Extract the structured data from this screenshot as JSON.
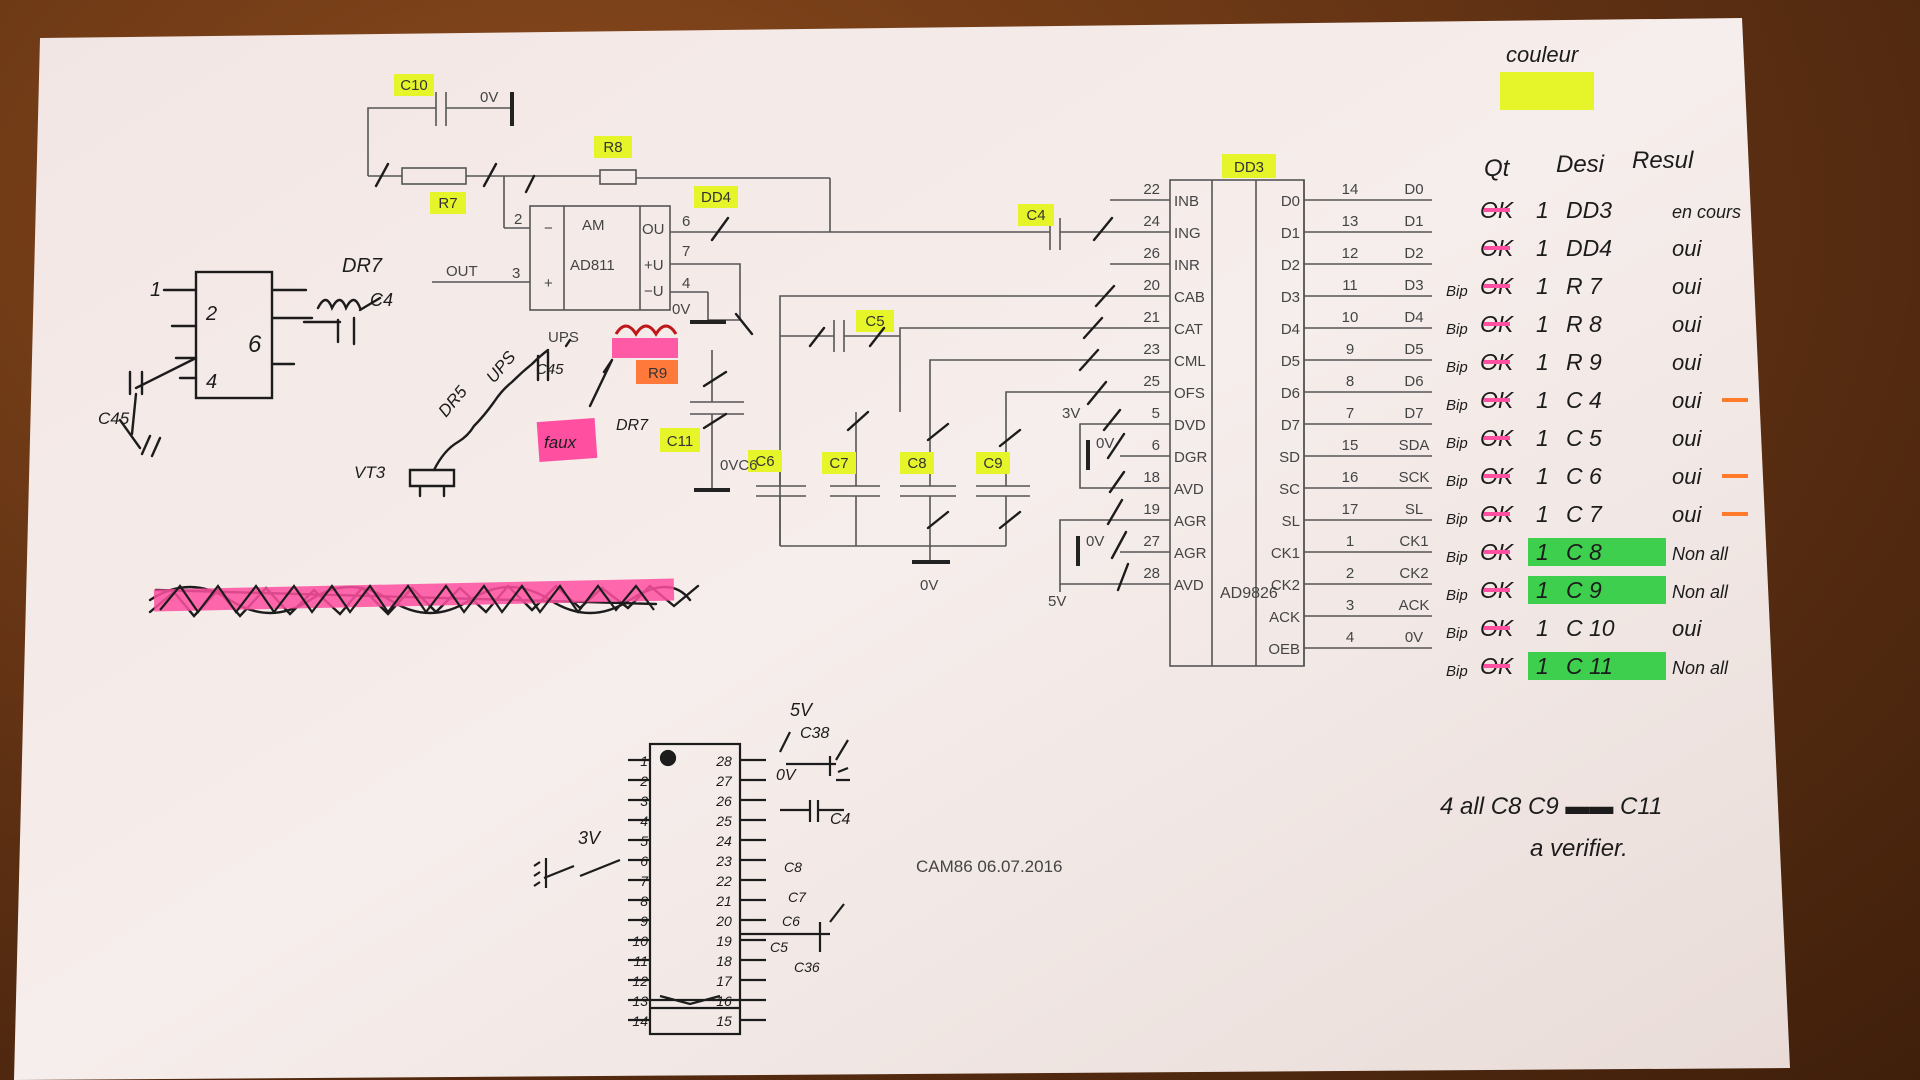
{
  "schematic": {
    "footer": "CAM86  06.07.2016",
    "opamp": {
      "part": "AD811",
      "am": "AM",
      "out": "OUT",
      "out_short": "OU",
      "minus": "−",
      "plus": "+",
      "plus_u": "+U",
      "minus_u": "−U",
      "pin2": "2",
      "pin3": "3",
      "pin4": "4",
      "pin6": "6",
      "pin7": "7"
    },
    "chip": {
      "part": "AD9826",
      "left_pins": [
        {
          "num": "22",
          "name": "INB"
        },
        {
          "num": "24",
          "name": "ING"
        },
        {
          "num": "26",
          "name": "INR"
        },
        {
          "num": "20",
          "name": "CAB"
        },
        {
          "num": "21",
          "name": "CAT"
        },
        {
          "num": "23",
          "name": "CML"
        },
        {
          "num": "25",
          "name": "OFS"
        },
        {
          "num": "5",
          "name": "DVD"
        },
        {
          "num": "6",
          "name": "DGR"
        },
        {
          "num": "18",
          "name": "AVD"
        },
        {
          "num": "19",
          "name": "AGR"
        },
        {
          "num": "27",
          "name": "AGR"
        },
        {
          "num": "28",
          "name": "AVD"
        }
      ],
      "right_pins": [
        {
          "num": "14",
          "name": "D0",
          "net": "D0"
        },
        {
          "num": "13",
          "name": "D1",
          "net": "D1"
        },
        {
          "num": "12",
          "name": "D2",
          "net": "D2"
        },
        {
          "num": "11",
          "name": "D3",
          "net": "D3"
        },
        {
          "num": "10",
          "name": "D4",
          "net": "D4"
        },
        {
          "num": "9",
          "name": "D5",
          "net": "D5"
        },
        {
          "num": "8",
          "name": "D6",
          "net": "D6"
        },
        {
          "num": "7",
          "name": "D7",
          "net": "D7"
        },
        {
          "num": "15",
          "name": "SD",
          "net": "SDA"
        },
        {
          "num": "16",
          "name": "SC",
          "net": "SCK"
        },
        {
          "num": "17",
          "name": "SL",
          "net": "SL"
        },
        {
          "num": "1",
          "name": "CK1",
          "net": "CK1"
        },
        {
          "num": "2",
          "name": "CK2",
          "net": "CK2"
        },
        {
          "num": "3",
          "name": "ACK",
          "net": "ACK"
        },
        {
          "num": "4",
          "name": "OEB",
          "net": "0V"
        }
      ]
    },
    "rails": {
      "zero_v": "0V",
      "three_v": "3V",
      "five_v": "5V",
      "zero_v_c6": "0VC6"
    },
    "tags": {
      "c10": "C10",
      "r8": "R8",
      "r7": "R7",
      "dd4": "DD4",
      "dd3": "DD3",
      "c4": "C4",
      "c5": "C5",
      "c11": "C11",
      "c6": "C6",
      "c7": "C7",
      "c8": "C8",
      "c9": "C9",
      "r9": "R9",
      "ups": "UPS"
    }
  },
  "notes": {
    "couleur": "couleur",
    "header": [
      "Qt",
      "Desi",
      "Resul"
    ],
    "header_extra": "en cours",
    "rows": [
      {
        "ok": "OK",
        "qty": "1",
        "bip": "",
        "ref": "DD3",
        "res": "en cours"
      },
      {
        "ok": "OK",
        "qty": "1",
        "bip": "",
        "ref": "DD4",
        "res": "oui"
      },
      {
        "ok": "OK",
        "qty": "1",
        "bip": "Bip",
        "ref": "R 7",
        "res": "oui"
      },
      {
        "ok": "OK",
        "qty": "1",
        "bip": "Bip",
        "ref": "R 8",
        "res": "oui"
      },
      {
        "ok": "OK",
        "qty": "1",
        "bip": "Bip",
        "ref": "R 9",
        "res": "oui"
      },
      {
        "ok": "OK",
        "qty": "1",
        "bip": "Bip",
        "ref": "C 4",
        "res": "oui"
      },
      {
        "ok": "OK",
        "qty": "1",
        "bip": "Bip",
        "ref": "C 5",
        "res": "oui"
      },
      {
        "ok": "OK",
        "qty": "1",
        "bip": "Bip",
        "ref": "C 6",
        "res": "oui"
      },
      {
        "ok": "OK",
        "qty": "1",
        "bip": "Bip",
        "ref": "C 7",
        "res": "oui"
      },
      {
        "ok": "OK",
        "qty": "1",
        "bip": "Bip",
        "ref": "C 8",
        "res": "Non all"
      },
      {
        "ok": "OK",
        "qty": "1",
        "bip": "Bip",
        "ref": "C 9",
        "res": "Non all"
      },
      {
        "ok": "OK",
        "qty": "1",
        "bip": "Bip",
        "ref": "C 10",
        "res": "oui"
      },
      {
        "ok": "OK",
        "qty": "1",
        "bip": "Bip",
        "ref": "C 11",
        "res": "Non all"
      }
    ],
    "todo1": "4 all  C8 C9 ▬▬ C11",
    "todo2": "a verifier.",
    "sketch": {
      "dr7": "DR7",
      "c4": "C4",
      "c45": "C45",
      "pin1": "1",
      "pin2": "2",
      "pin4": "4",
      "pin6": "6",
      "dr5": "DR5",
      "ups": "UPS",
      "vt3": "VT3",
      "faux": "faux",
      "dr7b": "DR7",
      "c45b": "C45",
      "five_v": "5V",
      "c38": "C38",
      "zero_v": "0V",
      "c4b": "C4",
      "three_v": "3V",
      "c8": "C8",
      "c7": "C7",
      "c6": "C6",
      "c5": "C5",
      "c36": "C36",
      "left_pins": [
        "1",
        "2",
        "3",
        "4",
        "5",
        "6",
        "7",
        "8",
        "9",
        "10",
        "11",
        "12",
        "13",
        "14"
      ],
      "right_pins": [
        "28",
        "27",
        "26",
        "25",
        "24",
        "23",
        "22",
        "21",
        "20",
        "19",
        "18",
        "17",
        "16",
        "15"
      ]
    }
  },
  "colors": {
    "highlight_yellow": "#e6f52a",
    "highlight_pink": "#ff4fa0",
    "highlight_green": "#3fcf4e",
    "highlight_orange": "#ff7a2a",
    "paper": "#f3ebea",
    "ink_print": "#444444",
    "ink_hand": "#1c1c1c"
  }
}
